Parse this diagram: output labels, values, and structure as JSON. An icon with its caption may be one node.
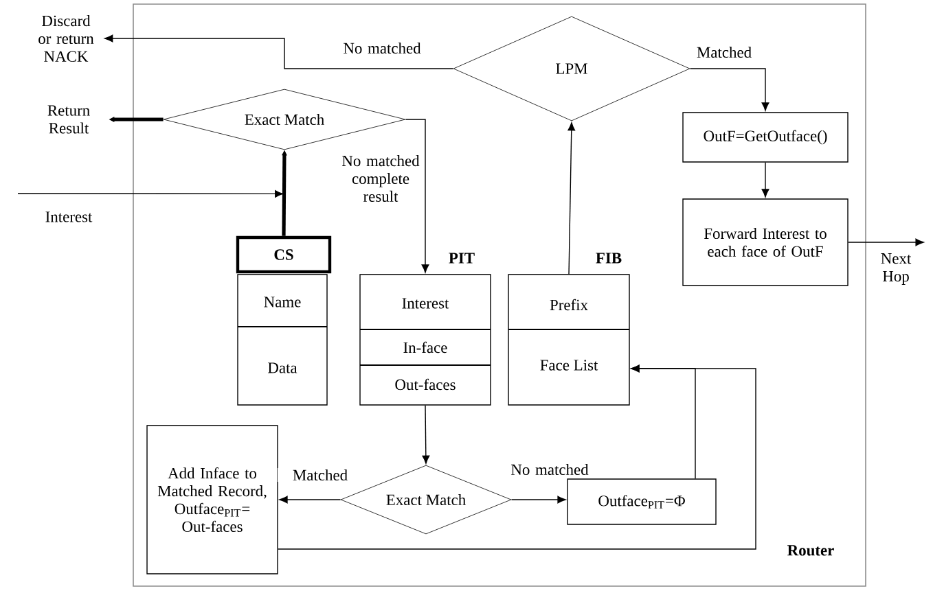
{
  "diagram": {
    "nodes": [
      {
        "text": [
          "Router"
        ]
      },
      {
        "text": [
          "LPM"
        ],
        "in": 0
      },
      {
        "text": [
          "Discard or return NACK"
        ]
      },
      {
        "text": [
          "Exact Match"
        ],
        "in": 0
      },
      {
        "text": [
          "Return Result"
        ]
      },
      {
        "text": [
          "CS"
        ],
        "in": 0
      },
      {
        "text": [
          "Name",
          "Data"
        ],
        "in": 0
      },
      {
        "text": [
          "Interest",
          "In-face",
          "Out-faces"
        ],
        "beside": [
          "PIT"
        ],
        "in": 0
      },
      {
        "text": [
          "Prefix",
          "Face List"
        ],
        "beside": [
          "FIB"
        ],
        "in": 0
      },
      {
        "text": [
          "OutF=GetOutface()"
        ],
        "in": 0
      },
      {
        "text": [
          "Forward Interest to each face of OutF"
        ],
        "in": 0
      },
      {
        "text": [
          "Next Hop"
        ]
      },
      {
        "text": [
          "Exact Match"
        ],
        "in": 0
      },
      {
        "text": [
          "Add Inface to Matched Record, Outface$_{PIT}$= Out-faces"
        ],
        "in": 0
      },
      {
        "text": [
          "Outface$_{PIT}$=Φ"
        ],
        "in": 0
      }
    ],
    "edges": [
      {
        "from": 5,
        "to": 3,
        "arrow": "to",
        "style": "thick"
      },
      {
        "from": null,
        "to": 3,
        "arrow": "to",
        "label": "Interest"
      },
      {
        "from": 3,
        "to": 4,
        "arrow": "to",
        "style": "thick"
      },
      {
        "from": 3,
        "to": 7,
        "arrow": "to",
        "label": "No matched complete result"
      },
      {
        "from": 8,
        "to": 1,
        "arrow": "to"
      },
      {
        "from": 1,
        "to": 2,
        "arrow": "to",
        "label": "No matched"
      },
      {
        "from": 1,
        "to": 9,
        "arrow": "to",
        "label": "Matched"
      },
      {
        "from": 9,
        "to": 10,
        "arrow": "to"
      },
      {
        "from": 10,
        "to": 11,
        "arrow": "to"
      },
      {
        "from": 7,
        "to": 12,
        "arrow": "to"
      },
      {
        "from": 12,
        "to": 13,
        "arrow": "to",
        "label": "Matched"
      },
      {
        "from": 12,
        "to": 14,
        "arrow": "to",
        "label": "No matched"
      },
      {
        "from": 14,
        "to": 8,
        "arrow": "to"
      },
      {
        "from": 13,
        "to": 8,
        "arrow": "to"
      }
    ]
  }
}
